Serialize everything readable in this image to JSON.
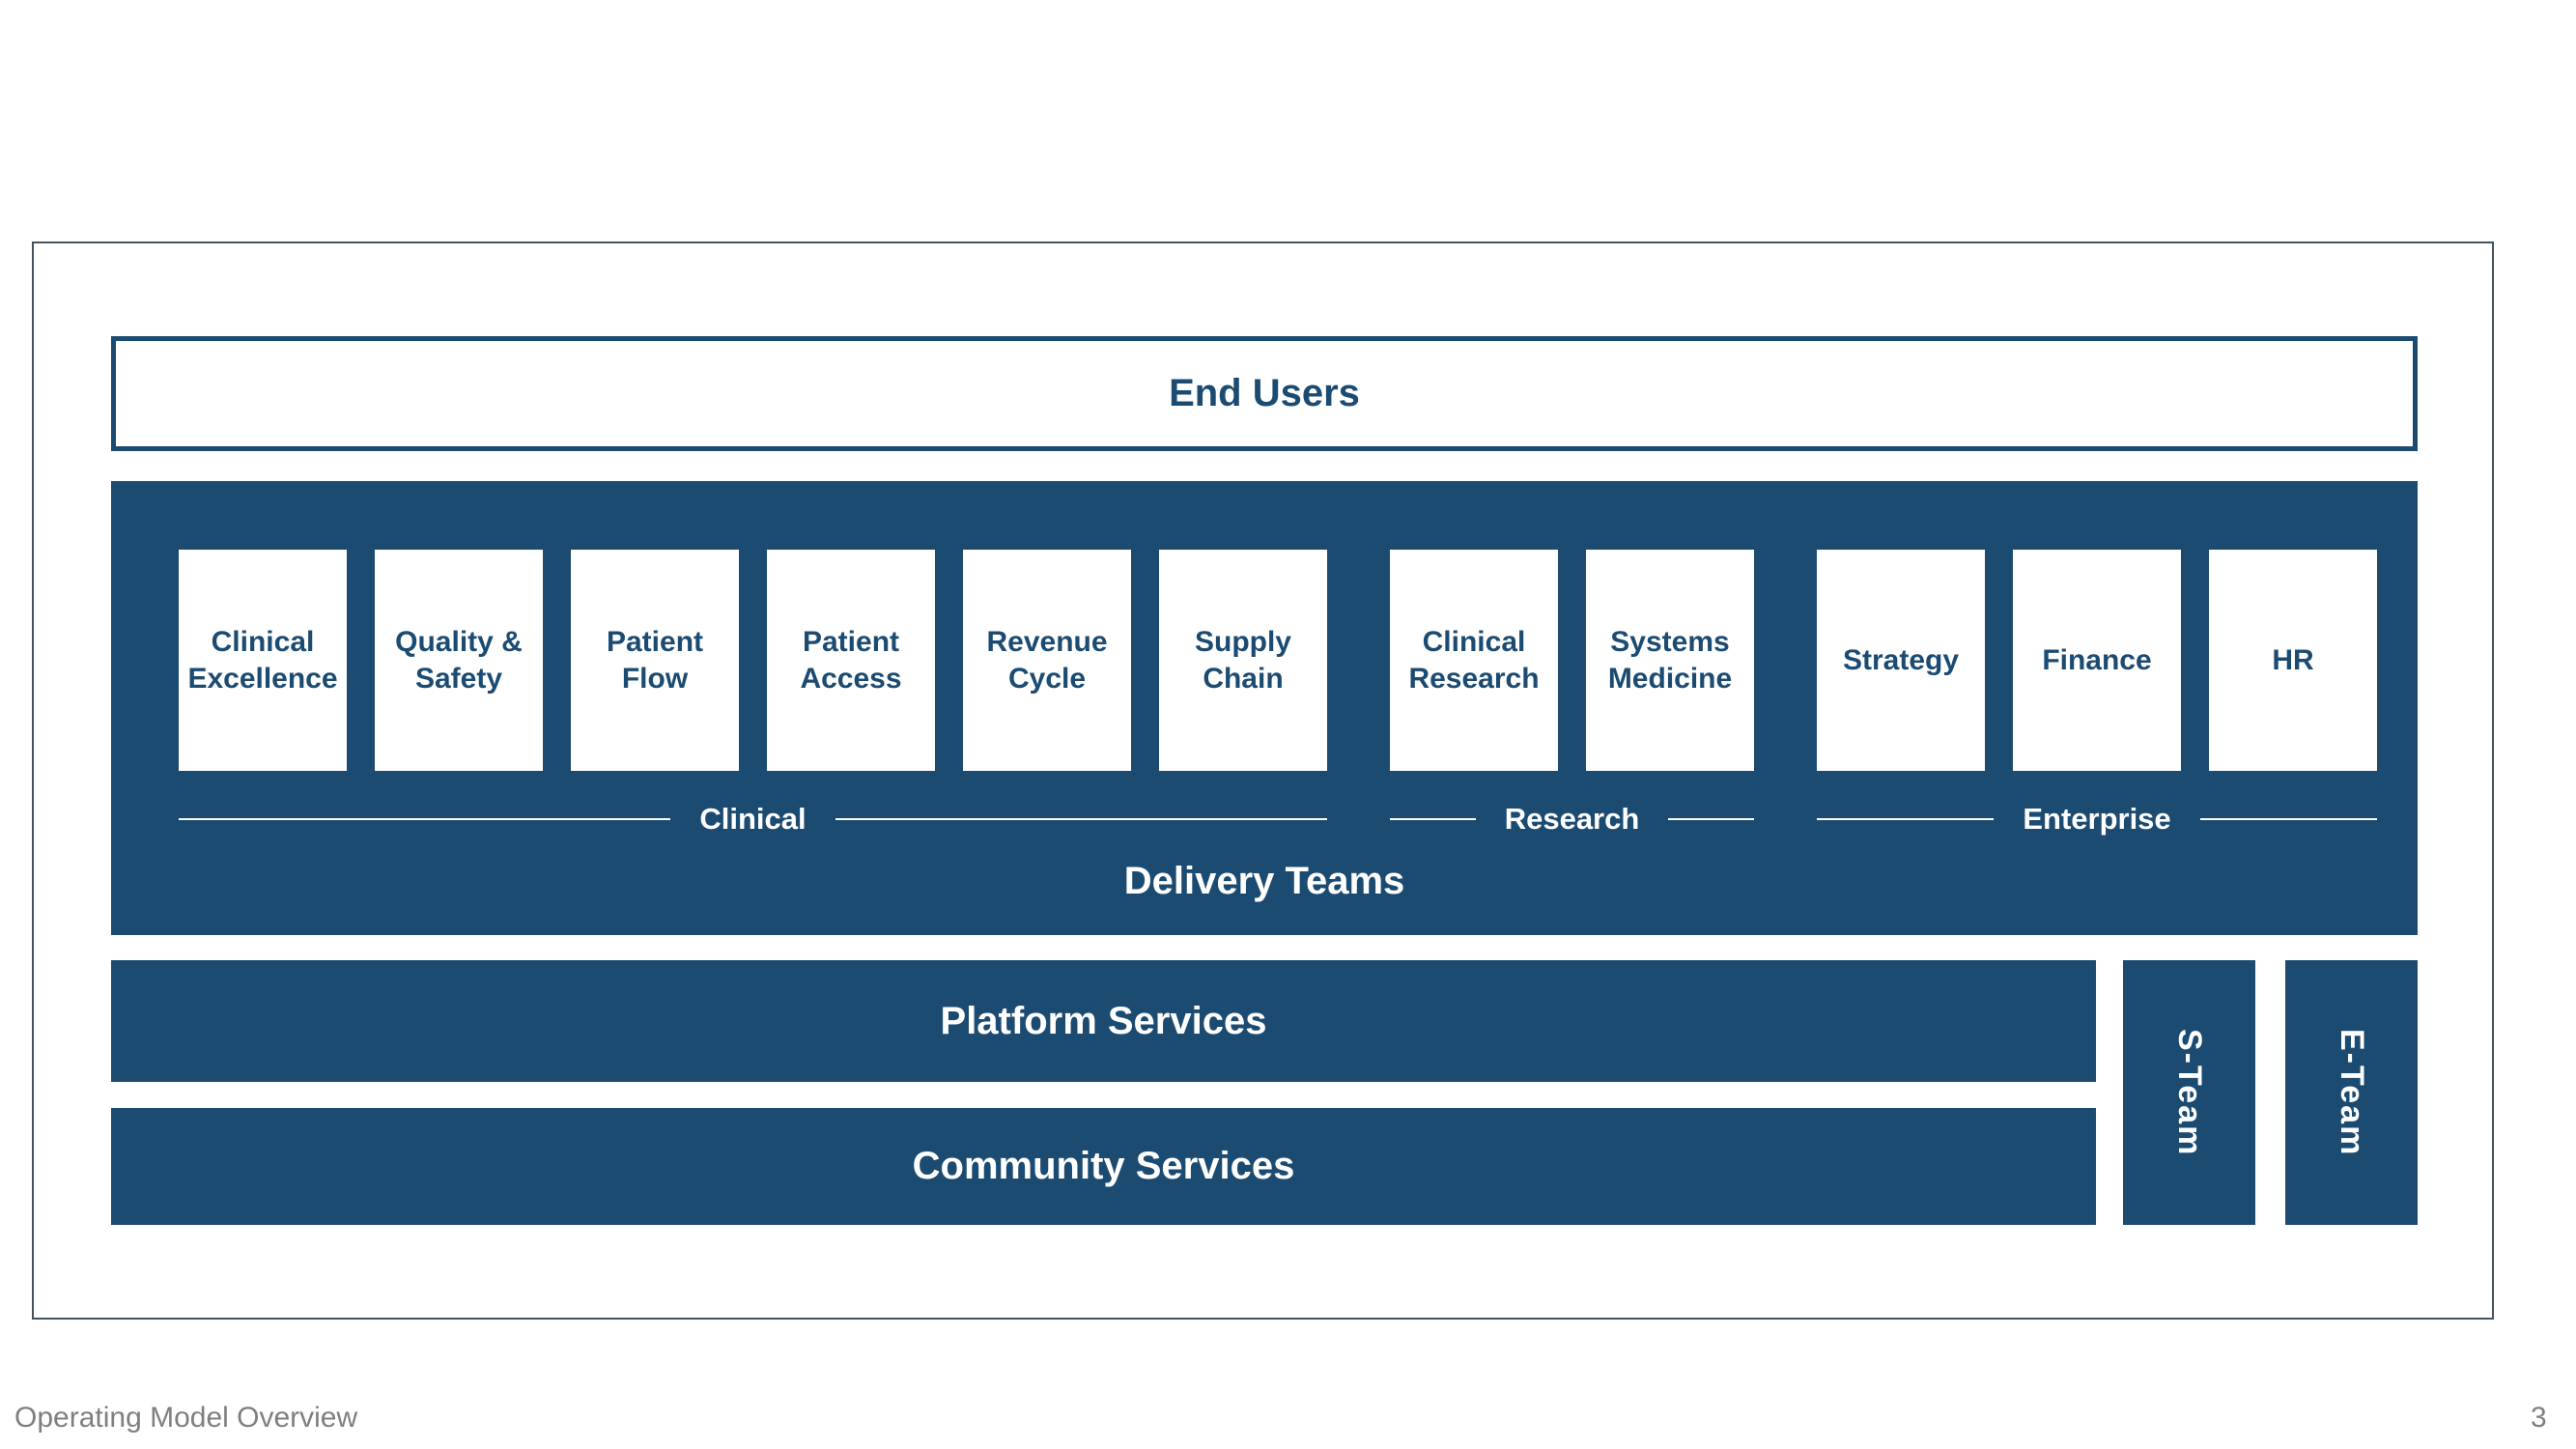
{
  "colors": {
    "navy": "#1C4B72",
    "frame_border": "#44525F",
    "footer_gray": "#7F7F7F"
  },
  "slide": {
    "end_users": {
      "label": "End Users"
    },
    "delivery_teams": {
      "title": "Delivery Teams",
      "groups": [
        {
          "label": "Clinical",
          "cards": [
            "Clinical\nExcellence",
            "Quality &\nSafety",
            "Patient\nFlow",
            "Patient\nAccess",
            "Revenue\nCycle",
            "Supply\nChain"
          ]
        },
        {
          "label": "Research",
          "cards": [
            "Clinical\nResearch",
            "Systems\nMedicine"
          ]
        },
        {
          "label": "Enterprise",
          "cards": [
            "Strategy",
            "Finance",
            "HR"
          ]
        }
      ]
    },
    "platform_services": {
      "label": "Platform Services"
    },
    "community_services": {
      "label": "Community Services"
    },
    "s_team": {
      "label": "S-Team"
    },
    "e_team": {
      "label": "E-Team"
    },
    "footer": {
      "title": "Operating Model Overview",
      "page_number": "3"
    }
  }
}
